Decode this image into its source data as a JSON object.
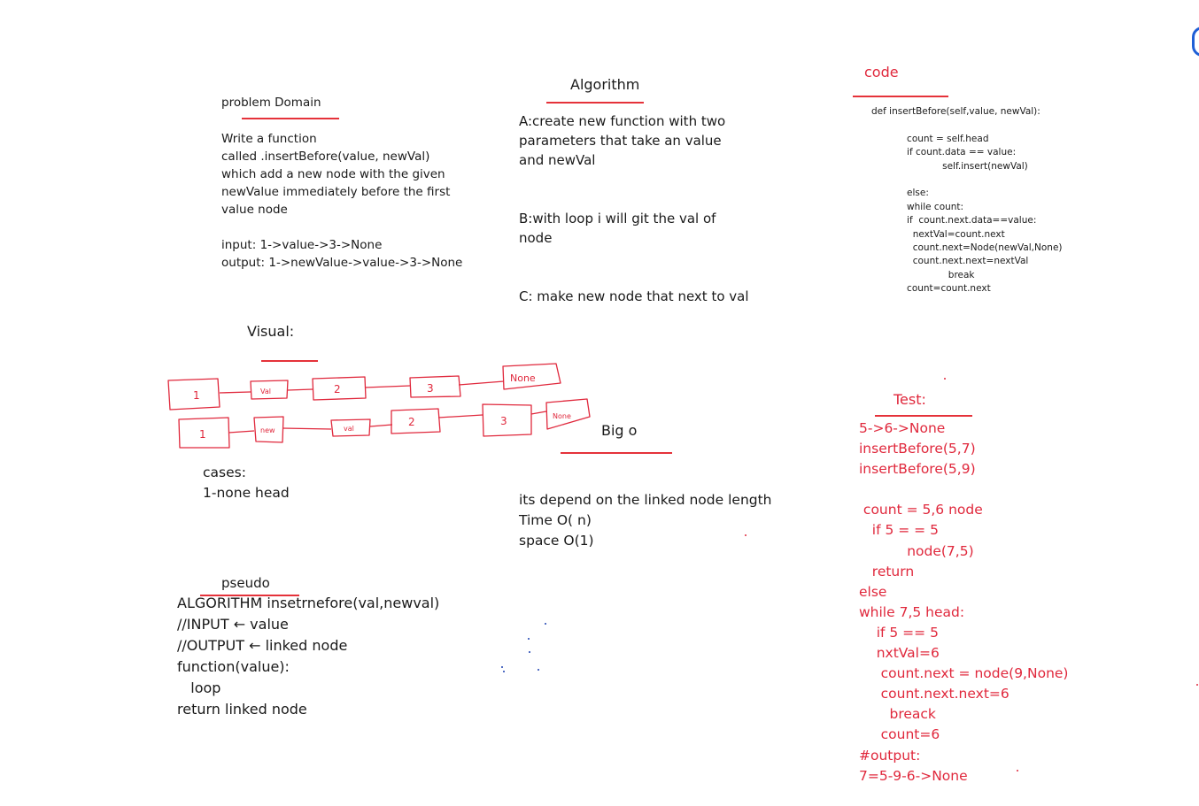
{
  "problem_domain": {
    "title": "problem Domain",
    "lines": [
      "Write a function",
      "called .insertBefore(value, newVal)",
      "which add a new node with the given",
      "newValue immediately before the first",
      "value node",
      "",
      "input: 1->value->3->None",
      "output: 1->newValue->value->3->None"
    ]
  },
  "algorithm": {
    "title": "Algorithm",
    "steps": [
      "A:create new function with two",
      "parameters that take an value",
      "and newVal",
      "",
      "",
      "B:with loop i will git the val of",
      "node",
      "",
      "",
      "C: make new node that next to val"
    ]
  },
  "code": {
    "title": "code",
    "lines": [
      "def insertBefore(self,value, newVal):",
      "",
      "            count = self.head",
      "            if count.data == value:",
      "                        self.insert(newVal)",
      "",
      "            else:",
      "            while count:",
      "            if  count.next.data==value:",
      "              nextVal=count.next",
      "              count.next=Node(newVal,None)",
      "              count.next.next=nextVal",
      "                          break",
      "            count=count.next"
    ]
  },
  "visual": {
    "title": "Visual:",
    "row1_nodes": [
      "1",
      "Val",
      "2",
      "3",
      "None"
    ],
    "row2_nodes": [
      "1",
      "new",
      "val",
      "2",
      "3",
      "None"
    ]
  },
  "cases": {
    "lines": [
      "cases:",
      "1-none head"
    ]
  },
  "big_o": {
    "title": "Big o",
    "lines": [
      "its depend on the linked node length",
      "Time O( n)",
      "space O(1)"
    ]
  },
  "test": {
    "title": "Test:",
    "lines": [
      "5->6->None",
      "insertBefore(5,7)",
      "insertBefore(5,9)",
      "",
      " count = 5,6 node",
      "   if 5 = = 5",
      "           node(7,5)",
      "   return",
      "else",
      "while 7,5 head:",
      "    if 5 == 5",
      "    nxtVal=6",
      "     count.next = node(9,None)",
      "     count.next.next=6",
      "       breack",
      "     count=6",
      "#output:",
      "7=5-9-6->None"
    ]
  },
  "pseudo": {
    "title": "pseudo",
    "lines": [
      "ALGORITHM insetrnefore(val,newval)",
      "//INPUT ← value",
      "//OUTPUT ← linked node",
      "function(value):",
      "   loop",
      "return linked node"
    ]
  },
  "colors": {
    "ink": "#1a1a1a",
    "accent_red": "#e0283c",
    "underline_red": "#e5323a",
    "dot_blue": "#1a3fb0"
  }
}
